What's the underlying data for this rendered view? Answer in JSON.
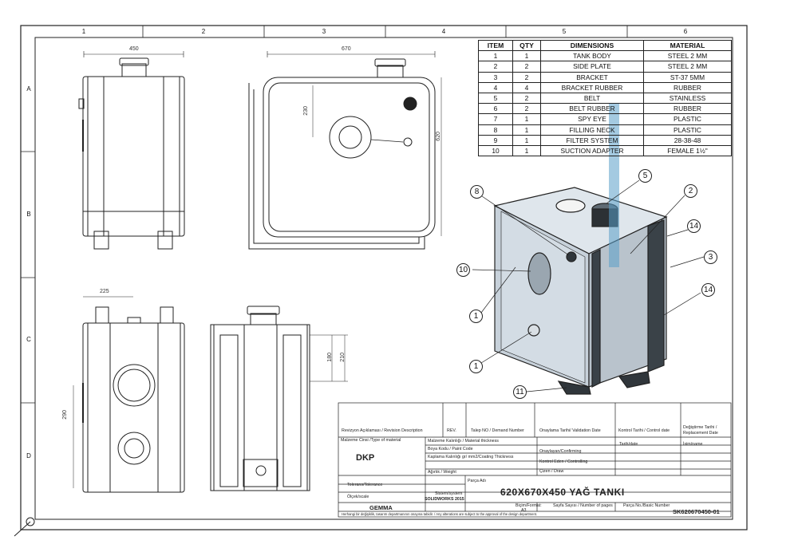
{
  "zones": {
    "columns": [
      "1",
      "2",
      "3",
      "4",
      "5",
      "6"
    ],
    "rows": [
      "A",
      "B",
      "C",
      "D"
    ]
  },
  "dimensions": {
    "width_450": "450",
    "length_670": "670",
    "depth_230": "230",
    "height_620": "620",
    "half_225": "225",
    "dist_290": "290",
    "dist_180": "180",
    "dist_210": "210"
  },
  "bom": {
    "headers": [
      "ITEM",
      "QTY",
      "DIMENSIONS",
      "MATERIAL"
    ],
    "rows": [
      {
        "item": "1",
        "qty": "1",
        "dimensions": "TANK BODY",
        "material": "STEEL 2 MM"
      },
      {
        "item": "2",
        "qty": "2",
        "dimensions": "SIDE PLATE",
        "material": "STEEL 2 MM"
      },
      {
        "item": "3",
        "qty": "2",
        "dimensions": "BRACKET",
        "material": "ST-37 5MM"
      },
      {
        "item": "4",
        "qty": "4",
        "dimensions": "BRACKET RUBBER",
        "material": "RUBBER"
      },
      {
        "item": "5",
        "qty": "2",
        "dimensions": "BELT",
        "material": "STAINLESS"
      },
      {
        "item": "6",
        "qty": "2",
        "dimensions": "BELT RUBBER",
        "material": "RUBBER"
      },
      {
        "item": "7",
        "qty": "1",
        "dimensions": "SPY EYE",
        "material": "PLASTIC"
      },
      {
        "item": "8",
        "qty": "1",
        "dimensions": "FILLING NECK",
        "material": "PLASTIC"
      },
      {
        "item": "9",
        "qty": "1",
        "dimensions": "FILTER SYSTEM",
        "material": "28-38-48"
      },
      {
        "item": "10",
        "qty": "1",
        "dimensions": "SUCTION ADAPTER",
        "material": "FEMALE 1½\""
      }
    ]
  },
  "balloons": {
    "b8": "8",
    "b5": "5",
    "b2": "2",
    "b14a": "14",
    "b3": "3",
    "b10": "10",
    "b14b": "14",
    "b1a": "1",
    "b1b": "1",
    "b11": "11"
  },
  "title_block": {
    "revision_description": "Revizyon Açıklaması / Revision Description",
    "rev": "REV.",
    "demand_number": "Talep NO / Demand Number",
    "validation_date": "Onaylama Tarihi/ Validation Date",
    "control_date": "Kontrol Tarihi / Control date",
    "replacement_date": "Değiştirme Tarihi / Replacement Date",
    "material_type_label": "Malzeme Cinsi /Type of material",
    "material_type_value": "DKP",
    "material_thickness": "Malzeme Kalınlığı / Material thickness",
    "paint_code": "Boya Kodu / Paint Code",
    "coating_thickness": "Kaplama Kalınlığı gr/ mm2/Coating Thickness",
    "weight": "Ağırlık / Weight",
    "date_label": "Tarih/date",
    "name_label": "İsim/name",
    "confirming": "Onaylayan/Confirming",
    "controlling": "Kontrol Eden / Controlling",
    "draw": "Çizen / Draw",
    "tolerance": "Tolerans/Tolerance",
    "scale": "Ölçek/scale",
    "system_text": "Sistem/system",
    "software": "SOLIDWORKS 2015",
    "part_name_label": "Parça Adı",
    "part_name": "620X670X450 YAĞ TANKI",
    "company": "GEMMA",
    "format_label": "Biçim/Format:",
    "format_value": "A3",
    "pages_label": "Sayfa Sayısı / Number of pages",
    "part_no_label": "Parça No./Basic Number",
    "part_no": "SK620670450-01",
    "footnote": "Herhangi bir değişiklik, tasarım departmanının onayına tabidir. / Any alterations are subject to the approval of the design department."
  }
}
